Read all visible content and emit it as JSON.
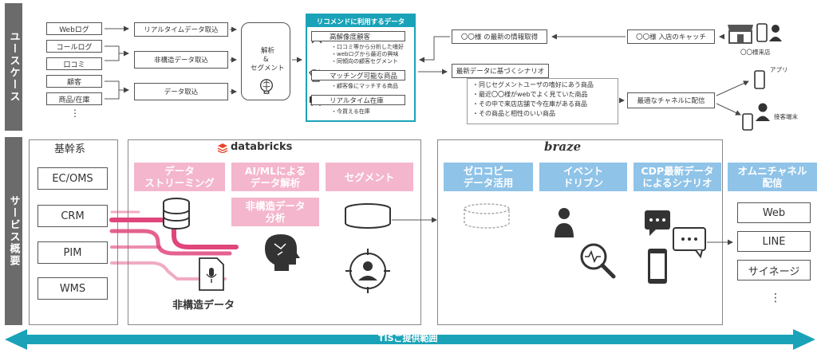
{
  "side_labels": {
    "top": "ユースケース",
    "bottom": "サービス概要"
  },
  "sources": [
    "Webログ",
    "コールログ",
    "口コミ",
    "顧客",
    "商品/在庫",
    "⋮"
  ],
  "processes": [
    "リアルタイムデータ取込",
    "非構造データ取込",
    "データ取込"
  ],
  "analysis": {
    "line1": "解析",
    "line2": "&",
    "line3": "セグメント"
  },
  "recommend": {
    "title": "リコメンドに利用するデータ",
    "items": [
      {
        "label": "高解像度顧客",
        "subs": [
          "・口コミ等から分析した嗜好",
          "・webログから最近の興味",
          "・同傾向の顧客セグメント"
        ]
      },
      {
        "label": "マッチング可能な商品",
        "subs": [
          "・顧客像にマッチする商品"
        ]
      },
      {
        "label": "リアルタイム在庫",
        "subs": [
          "・今買える在庫"
        ]
      }
    ]
  },
  "flow": {
    "latest_info": "〇〇様 の最新の情報取得",
    "store_catch": "〇〇様 入店のキャッチ",
    "store_visit": "〇〇様来店",
    "scenario_title": "最新データに基づくシナリオ",
    "scenario_items": [
      "・同じセグメントユーザの嗜好にあう商品",
      "・最近〇〇様がwebでよく見ていた商品",
      "・その中で来店店舗で今在庫がある商品",
      "・その商品と相性のいい商品"
    ],
    "deliver": "最適なチャネルに配信",
    "app": "アプリ",
    "staff": "接客端末"
  },
  "core": {
    "title": "基幹系",
    "systems": [
      "EC/OMS",
      "CRM",
      "PIM",
      "WMS"
    ]
  },
  "databricks": {
    "logo": "databricks",
    "features": [
      "データ\nストリーミング",
      "AI/MLによる\nデータ解析",
      "セグメント",
      "非構造データ\n分析"
    ],
    "unstructured": "非構造データ"
  },
  "braze": {
    "logo": "braze",
    "features": [
      "ゼロコピー\nデータ活用",
      "イベント\nドリブン",
      "CDP最新データ\nによるシナリオ"
    ]
  },
  "omni": {
    "title": "オムニチャネル\n配信",
    "channels": [
      "Web",
      "LINE",
      "サイネージ",
      "⋮"
    ]
  },
  "tis_range": "TISご提供範囲",
  "colors": {
    "pink": "#f4b6cc",
    "blue": "#8fc3e8",
    "teal": "#1aa3b8",
    "magenta": "#e0457b",
    "gray": "#6b6b6b"
  }
}
